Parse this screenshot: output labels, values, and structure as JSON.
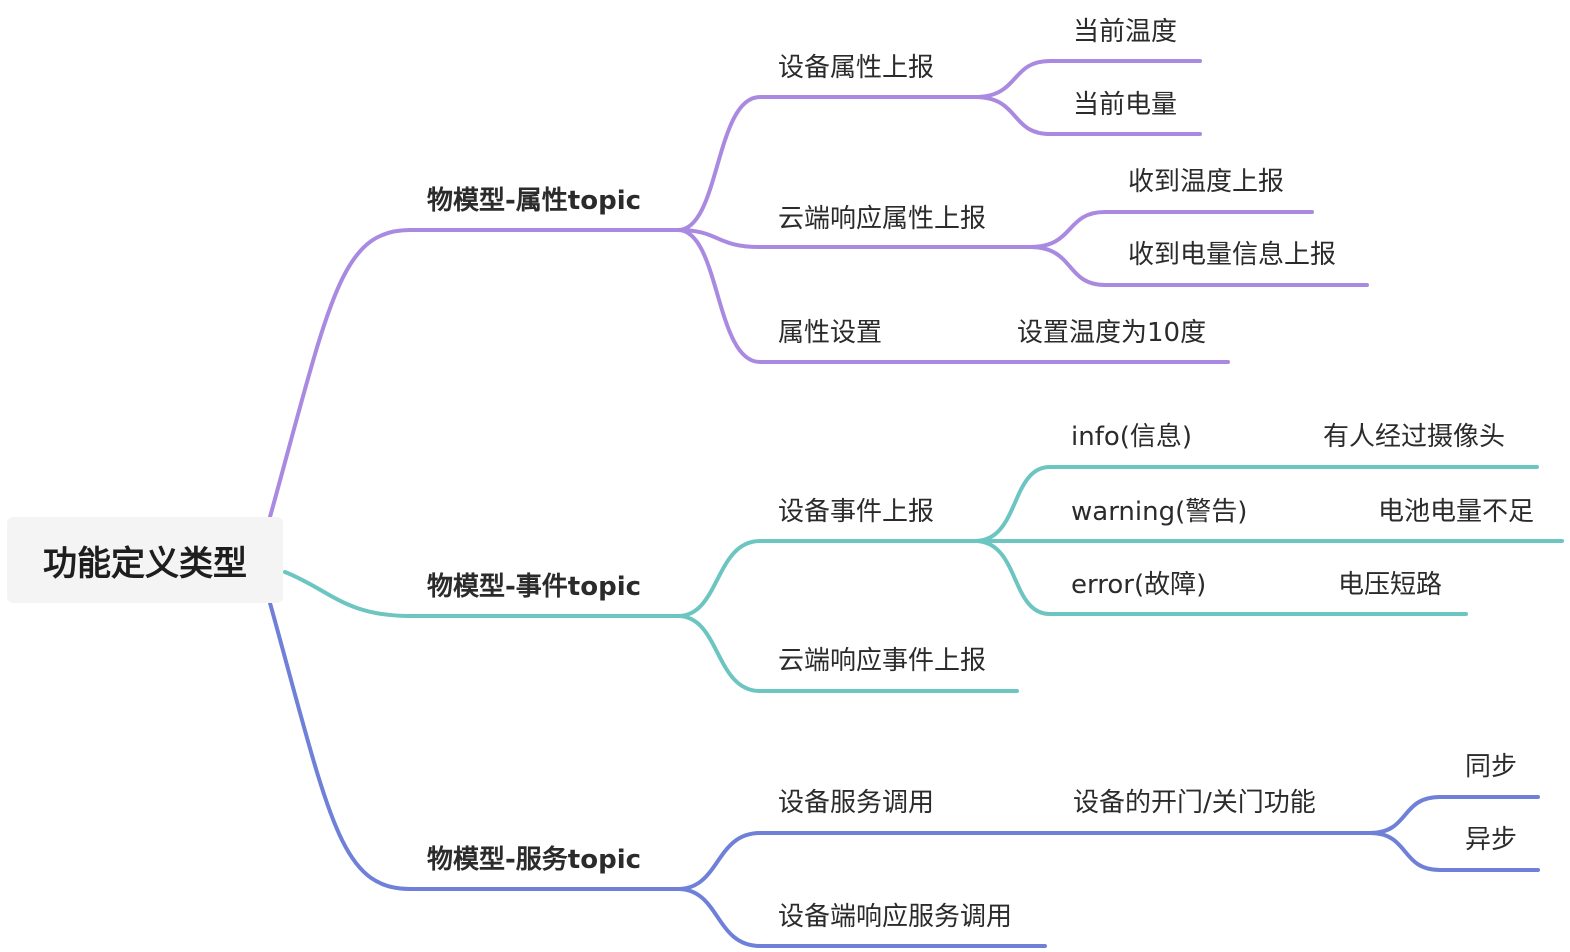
{
  "colors": {
    "property": "#a98ae0",
    "event": "#6cc5c1",
    "service": "#6f80d8"
  },
  "root": "功能定义类型",
  "branches": [
    {
      "label": "物模型-属性topic",
      "color": "property",
      "children": [
        {
          "label": "设备属性上报",
          "children": [
            "当前温度",
            "当前电量"
          ]
        },
        {
          "label": "云端响应属性上报",
          "children": [
            "收到温度上报",
            "收到电量信息上报"
          ]
        },
        {
          "label": "属性设置",
          "children": [
            "设置温度为10度"
          ]
        }
      ]
    },
    {
      "label": "物模型-事件topic",
      "color": "event",
      "children": [
        {
          "label": "设备事件上报",
          "children": [
            {
              "label": "info(信息)",
              "children": [
                "有人经过摄像头"
              ]
            },
            {
              "label": "warning(警告)",
              "children": [
                "电池电量不足"
              ]
            },
            {
              "label": "error(故障)",
              "children": [
                "电压短路"
              ]
            }
          ]
        },
        {
          "label": "云端响应事件上报",
          "children": []
        }
      ]
    },
    {
      "label": "物模型-服务topic",
      "color": "service",
      "children": [
        {
          "label": "设备服务调用",
          "children": [
            {
              "label": "设备的开门/关门功能",
              "children": [
                "同步",
                "异步"
              ]
            }
          ]
        },
        {
          "label": "设备端响应服务调用",
          "children": []
        }
      ]
    }
  ]
}
